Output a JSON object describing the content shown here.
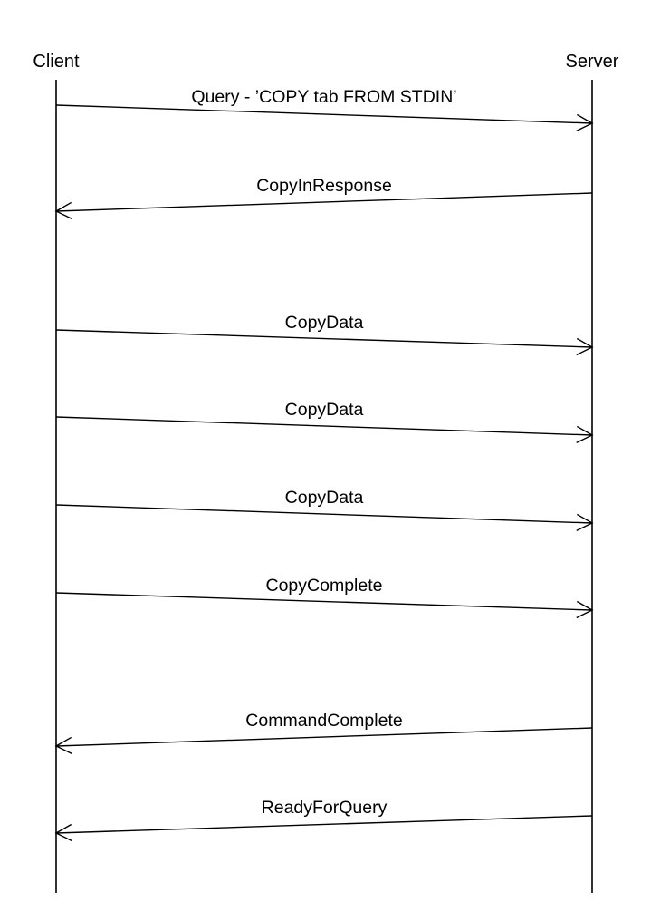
{
  "actors": {
    "client": "Client",
    "server": "Server"
  },
  "messages": [
    {
      "label": "Query - ’COPY tab FROM STDIN’",
      "from": "client",
      "to": "server"
    },
    {
      "label": "CopyInResponse",
      "from": "server",
      "to": "client"
    },
    {
      "label": "CopyData",
      "from": "client",
      "to": "server"
    },
    {
      "label": "CopyData",
      "from": "client",
      "to": "server"
    },
    {
      "label": "CopyData",
      "from": "client",
      "to": "server"
    },
    {
      "label": "CopyComplete",
      "from": "client",
      "to": "server"
    },
    {
      "label": "CommandComplete",
      "from": "server",
      "to": "client"
    },
    {
      "label": "ReadyForQuery",
      "from": "server",
      "to": "client"
    }
  ]
}
